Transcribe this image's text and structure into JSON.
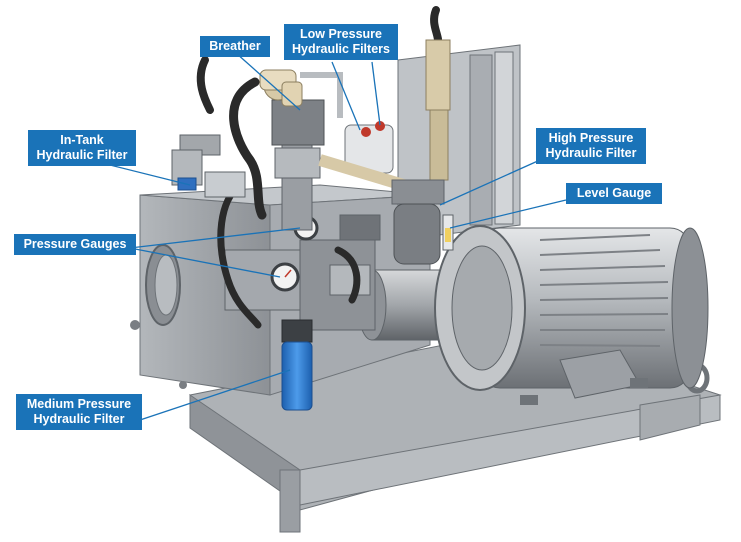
{
  "labels": {
    "breather": "Breather",
    "low_pressure": "Low Pressure\nHydraulic Filters",
    "in_tank": "In-Tank\nHydraulic Filter",
    "high_pressure": "High Pressure\nHydraulic Filter",
    "level_gauge": "Level Gauge",
    "pressure_gauges": "Pressure Gauges",
    "medium_pressure": "Medium Pressure\nHydraulic Filter"
  },
  "colors": {
    "label_bg": "#1a73b8",
    "label_text": "#ffffff",
    "leader_line": "#1a73b8",
    "metal_light": "#c9ccd0",
    "metal_mid": "#9ea3a8",
    "metal_dark": "#5e6368",
    "hose": "#2a2a2a",
    "filter_blue": "#2f7fd6"
  }
}
